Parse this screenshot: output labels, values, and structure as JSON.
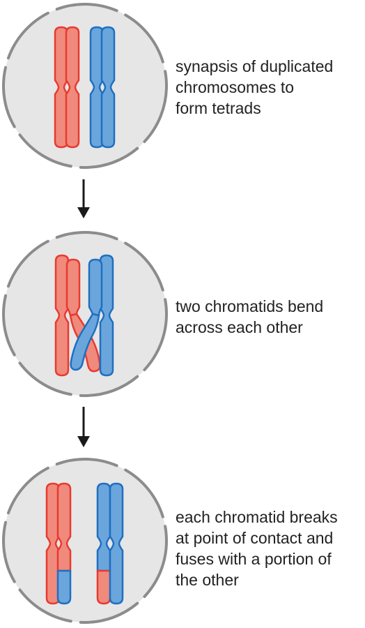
{
  "colors": {
    "cell_fill": "#e6e6e6",
    "membrane": "#8c8c8c",
    "red_fill": "#f08a7c",
    "red_outline": "#e83a30",
    "blue_fill": "#6aa6dc",
    "blue_outline": "#1f6fc0",
    "arrow": "#1a1a1a",
    "text": "#222222"
  },
  "stages": [
    {
      "id": "tetrad-synapsis",
      "caption_lines": [
        "synapsis of duplicated",
        "chromosomes to",
        "form tetrads"
      ]
    },
    {
      "id": "chromatids-cross",
      "caption_lines": [
        "two chromatids bend",
        "across each other"
      ]
    },
    {
      "id": "chromatids-exchange",
      "caption_lines": [
        "each chromatid breaks",
        "at point of contact and",
        "fuses with a portion of",
        "the other"
      ]
    }
  ],
  "icons": [
    "arrow-down-icon",
    "arrow-down-icon"
  ]
}
